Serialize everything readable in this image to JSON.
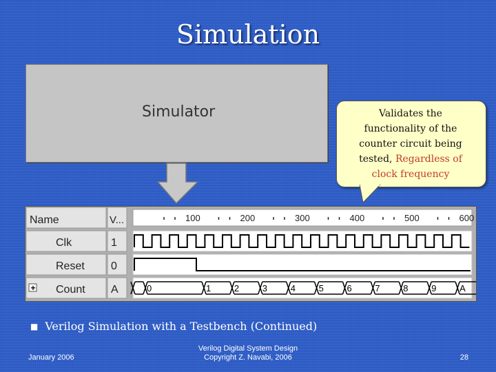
{
  "slide": {
    "title": "Simulation",
    "simulator_label": "Simulator",
    "callout": {
      "line1": "Validates the",
      "line2": "functionality of the",
      "line3": "counter circuit being",
      "line4_prefix": "tested, ",
      "line4_highlight": "Regardless of",
      "line5_highlight": "clock frequency",
      "highlight_color": "#c23a2a"
    },
    "bullet": "Verilog Simulation with a Testbench (Continued)"
  },
  "waveform": {
    "header_name": "Name",
    "header_value": "V...",
    "time_ticks": [
      "100",
      "200",
      "300",
      "400",
      "500",
      "600"
    ],
    "signals": [
      {
        "name": "Clk",
        "value": "1",
        "expandable": false
      },
      {
        "name": "Reset",
        "value": "0",
        "expandable": false
      },
      {
        "name": "Count",
        "value": "A",
        "expandable": true
      }
    ],
    "count_values": [
      "0",
      "1",
      "2",
      "3",
      "4",
      "5",
      "6",
      "7",
      "8",
      "9",
      "A"
    ],
    "expand_glyph": "+"
  },
  "footer": {
    "date": "January 2006",
    "course_line1": "Verilog Digital System Design",
    "course_line2": "Copyright Z. Navabi, 2006",
    "page_number": "28"
  }
}
